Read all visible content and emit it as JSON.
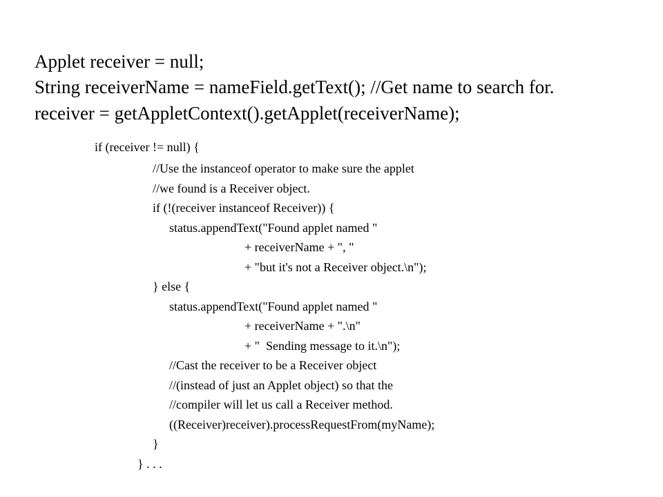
{
  "header_lines": [
    "Applet receiver = null;",
    "String receiverName = nameField.getText(); //Get name to search for.",
    "receiver = getAppletContext().getApplet(receiverName);"
  ],
  "code_lines": [
    "if (receiver != null) {",
    "//Use the instanceof operator to make sure the applet",
    "//we found is a Receiver object.",
    "if (!(receiver instanceof Receiver)) {",
    "status.appendText(\"Found applet named \"",
    "+ receiverName + \", \"",
    "+ \"but it's not a Receiver object.\\n\");",
    "} else {",
    "status.appendText(\"Found applet named \"",
    "+ receiverName + \".\\n\"",
    "+ \"  Sending message to it.\\n\");",
    "//Cast the receiver to be a Receiver object",
    "//(instead of just an Applet object) so that the",
    "//compiler will let us call a Receiver method.",
    "((Receiver)receiver).processRequestFrom(myName);",
    "}",
    "} . . ."
  ]
}
